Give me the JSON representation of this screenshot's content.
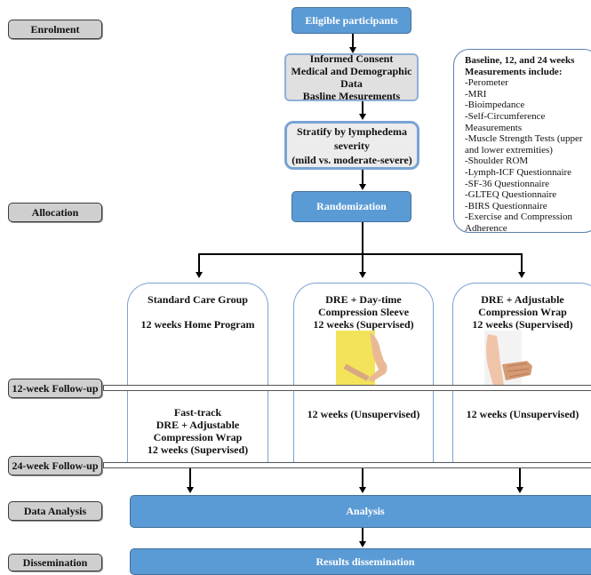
{
  "stages": {
    "enrolment": "Enrolment",
    "allocation": "Allocation",
    "followup12": "12-week Follow-up",
    "followup24": "24-week Follow-up",
    "data_analysis": "Data Analysis",
    "dissemination": "Dissemination"
  },
  "boxes": {
    "eligible": "Eligible participants",
    "consent_line1": "Informed Consent",
    "consent_line2": "Medical and Demographic Data",
    "consent_line3": "Basline Mesurements",
    "stratify_line1": "Stratify by lymphedema severity",
    "stratify_line2": "(mild vs. moderate-severe)",
    "randomization": "Randomization",
    "analysis": "Analysis",
    "results": "Results dissemination"
  },
  "measurements": {
    "header_line1": "Baseline, 12, and 24 weeks",
    "header_line2": "Measurements include:",
    "items": [
      "-Perometer",
      "-MRI",
      "-Bioimpedance",
      "-Self-Circumference",
      "Measurements",
      "-Muscle Strength Tests (upper",
      "and lower extremities)",
      "-Shoulder ROM",
      "-Lymph-ICF Questionnaire",
      "-SF-36 Questionnaire",
      "-GLTEQ Questionnaire",
      "-BIRS Questionnaire",
      "-Exercise and Compression",
      "Adherence"
    ]
  },
  "groups": [
    {
      "top": [
        "Standard Care Group",
        "",
        "12 weeks Home Program"
      ],
      "bottom": [
        "Fast-track",
        "DRE + Adjustable",
        "Compression Wrap",
        "12 weeks (Supervised)"
      ]
    },
    {
      "top": [
        "DRE + Day-time",
        "Compression Sleeve",
        "12 weeks (Supervised)"
      ],
      "bottom": [
        "12 weeks (Unsupervised)"
      ]
    },
    {
      "top": [
        "DRE + Adjustable",
        "Compression Wrap",
        "12 weeks (Supervised)"
      ],
      "bottom": [
        "12 weeks (Unsupervised)"
      ]
    }
  ],
  "colors": {
    "blue_box": "#5b9bd5",
    "stage_grey": "#cfcfcf",
    "outline_blue": "#7aa3d4"
  }
}
